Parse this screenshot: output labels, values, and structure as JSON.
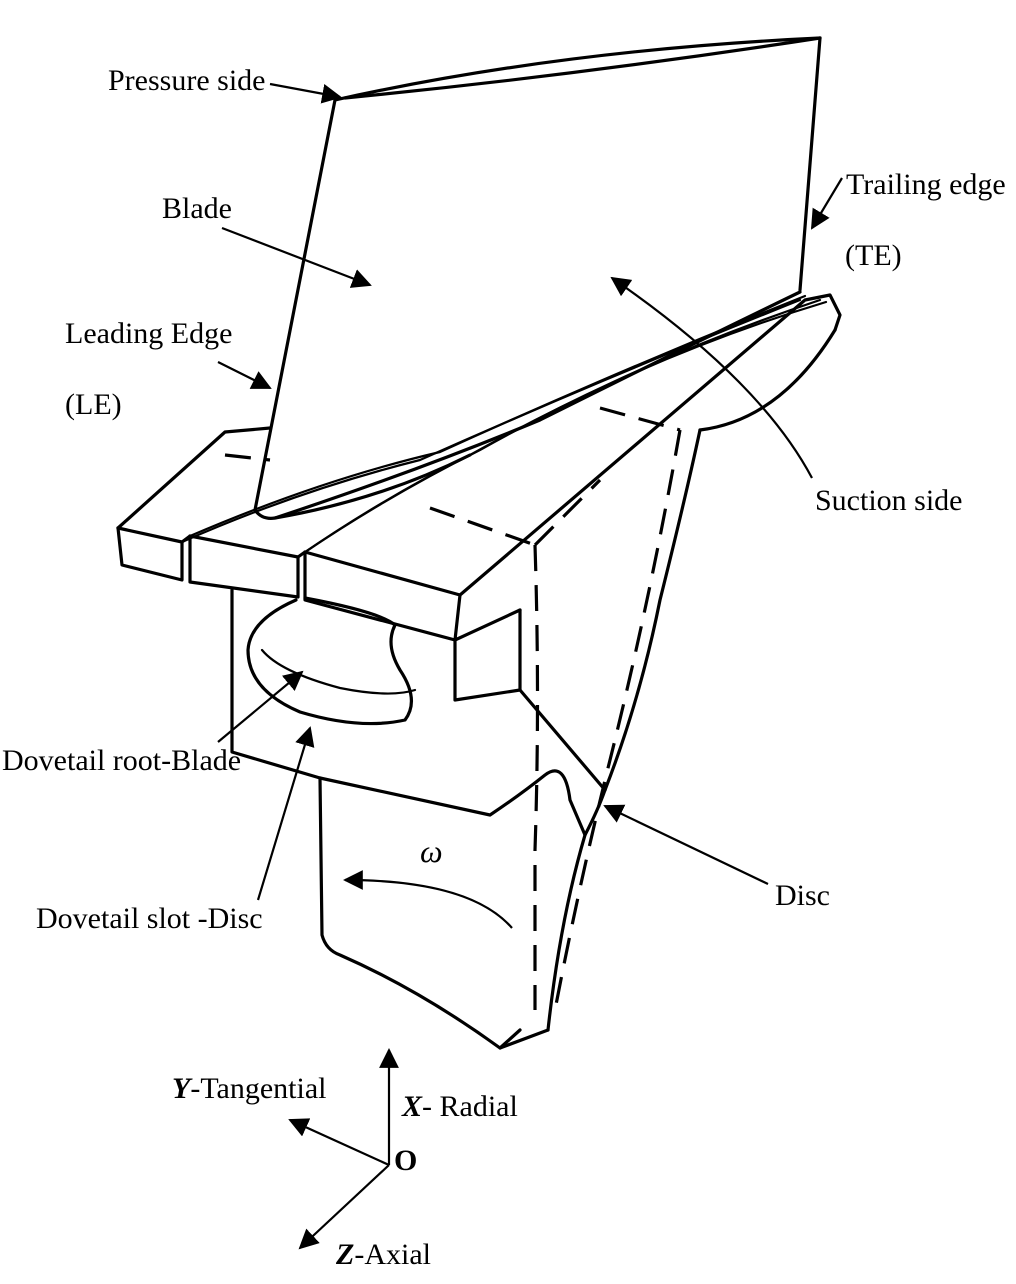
{
  "labels": {
    "pressure_side": "Pressure side",
    "trailing_edge": "Trailing edge",
    "te_abbrev": "(TE)",
    "blade": "Blade",
    "leading_edge": "Leading Edge",
    "le_abbrev": "(LE)",
    "suction_side": "Suction side",
    "dovetail_root_blade": "Dovetail root-Blade",
    "dovetail_slot_disc": "Dovetail slot -Disc",
    "disc": "Disc",
    "omega": "ω"
  },
  "axes": {
    "y_symbol": "Y",
    "y_name": "-Tangential",
    "x_symbol": "X",
    "x_name": "- Radial",
    "z_symbol": "Z",
    "z_name": "-Axial",
    "origin": "O"
  }
}
